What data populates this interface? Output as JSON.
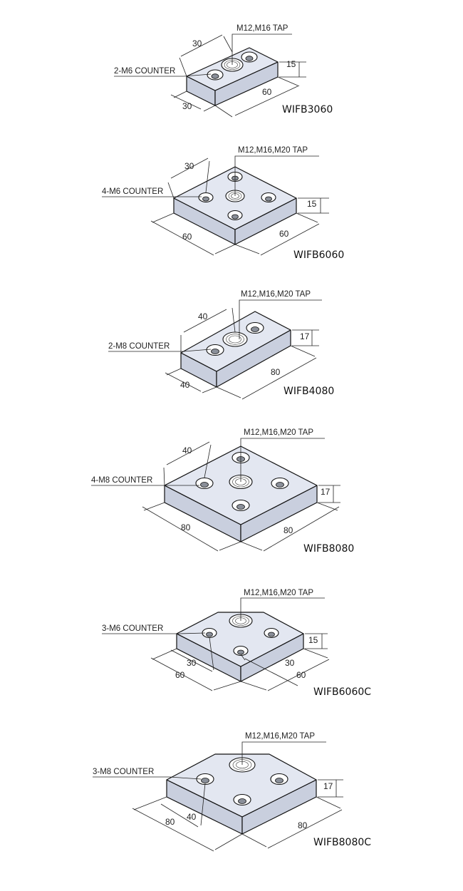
{
  "parts": [
    {
      "model": "WIFB3060",
      "tap": "M12,M16 TAP",
      "counter": "2-M6 COUNTER",
      "d1": "30",
      "d2": "30",
      "d3": "60",
      "thickness": "15"
    },
    {
      "model": "WIFB6060",
      "tap": "M12,M16,M20 TAP",
      "counter": "4-M6 COUNTER",
      "d1": "30",
      "d2": "60",
      "d3": "60",
      "thickness": "15"
    },
    {
      "model": "WIFB4080",
      "tap": "M12,M16,M20 TAP",
      "counter": "2-M8 COUNTER",
      "d1": "40",
      "d2": "40",
      "d3": "80",
      "thickness": "17"
    },
    {
      "model": "WIFB8080",
      "tap": "M12,M16,M20 TAP",
      "counter": "4-M8 COUNTER",
      "d1": "40",
      "d2": "80",
      "d3": "80",
      "thickness": "17"
    },
    {
      "model": "WIFB6060C",
      "tap": "M12,M16,M20 TAP",
      "counter": "3-M6 COUNTER",
      "d1": "30",
      "d2": "60",
      "d3": "30",
      "d4": "60",
      "thickness": "15"
    },
    {
      "model": "WIFB8080C",
      "tap": "M12,M16,M20 TAP",
      "counter": "3-M8 COUNTER",
      "d1": "80",
      "d2": "40",
      "d3": "80",
      "thickness": "17"
    }
  ],
  "colors": {
    "plate_top": "#e3e7f1",
    "plate_side": "#c9cfde",
    "line": "#111111"
  }
}
